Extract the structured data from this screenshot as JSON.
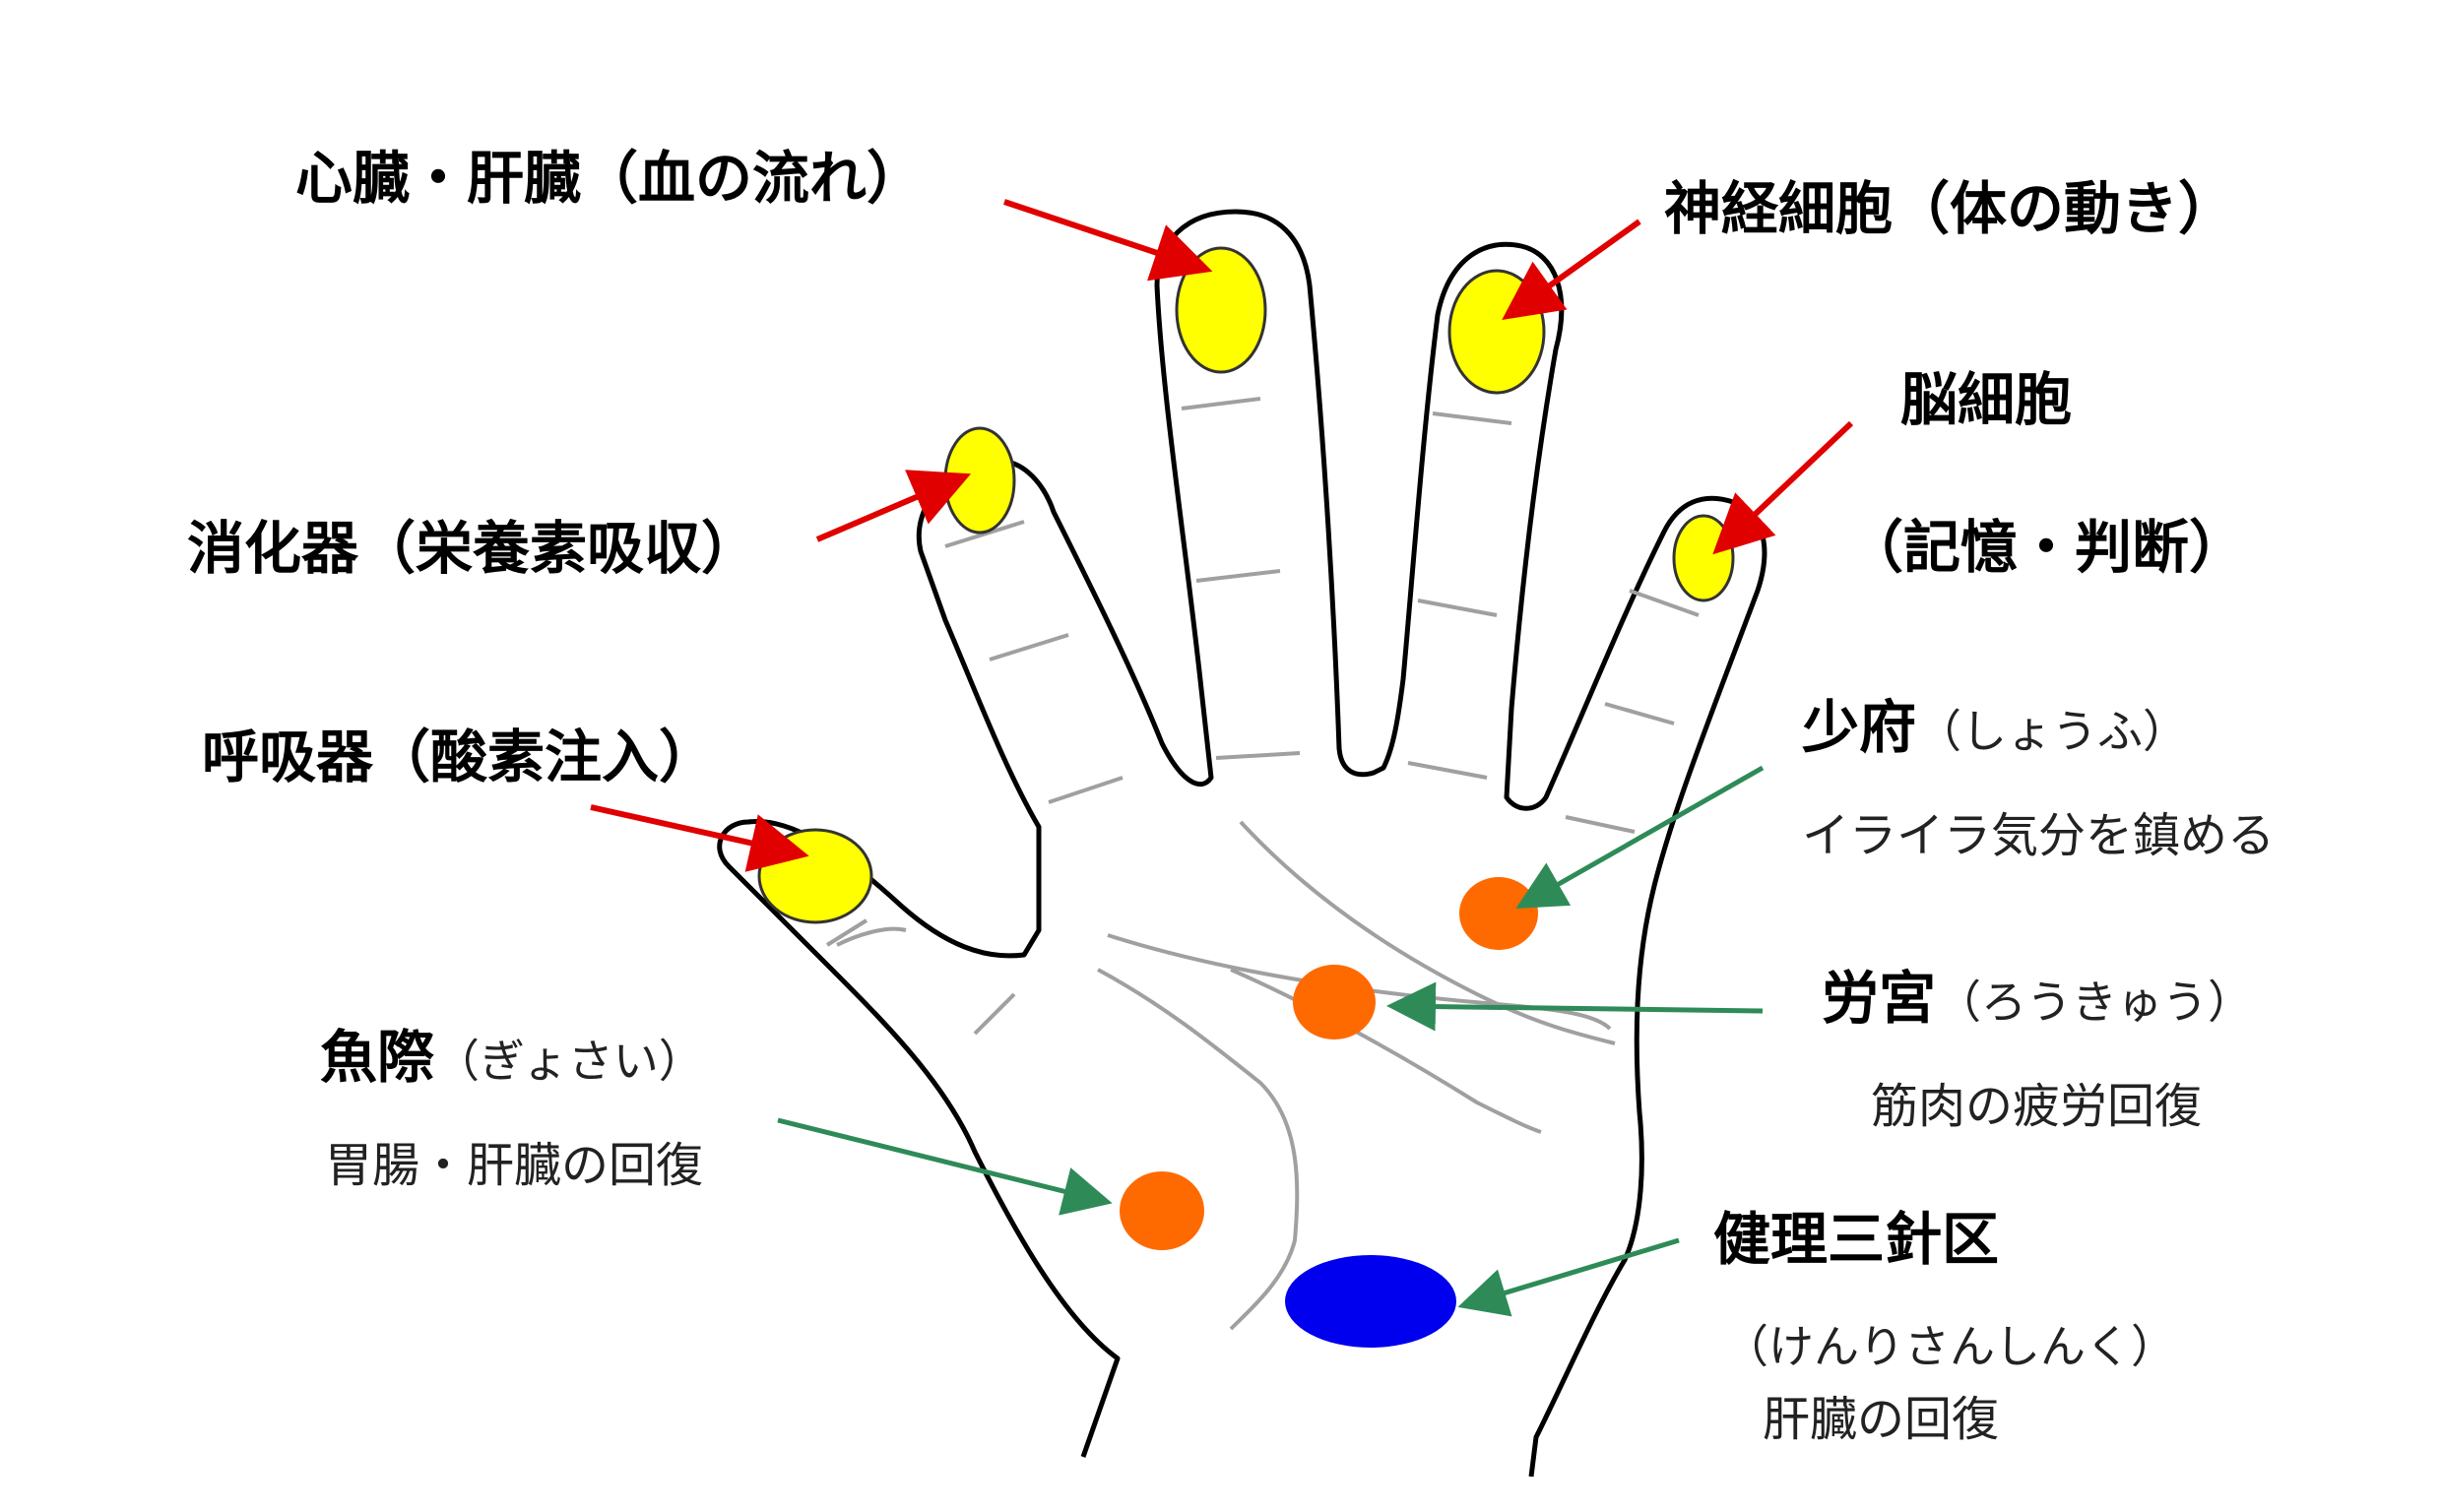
{
  "colors": {
    "outline": "#000000",
    "crease": "#a0a0a0",
    "fingertip_point": "#ffff00",
    "palm_point": "#ff6a00",
    "blue_zone": "#0000ee",
    "red_arrow": "#e00000",
    "green_arrow": "#2e8b57"
  },
  "fingertips": {
    "middle": {
      "label": "心臓・肝臓（血の流れ）"
    },
    "index": {
      "label": "消化器（栄養素吸収）"
    },
    "thumb": {
      "label": "呼吸器（酸素注入）"
    },
    "ring": {
      "label": "神経細胞（体の動き）"
    },
    "little": {
      "label_line1": "脳細胞",
      "label_line2": "（記憶・判断）"
    }
  },
  "points": {
    "shofu": {
      "name": "少府",
      "reading": "（しょうふ）",
      "effect": "イライラ気分を鎮める"
    },
    "roukyu": {
      "name": "労宮",
      "reading": "（ろうきゅう）",
      "effect": "筋肉の疲労回復"
    },
    "gyosai": {
      "name": "魚際",
      "reading": "（ぎょさい）",
      "effect": "胃腸・肝臓の回復"
    },
    "kenri": {
      "name": "健理三針区",
      "reading": "（けんりさんしんく）",
      "effect": "肝臓の回復"
    }
  }
}
